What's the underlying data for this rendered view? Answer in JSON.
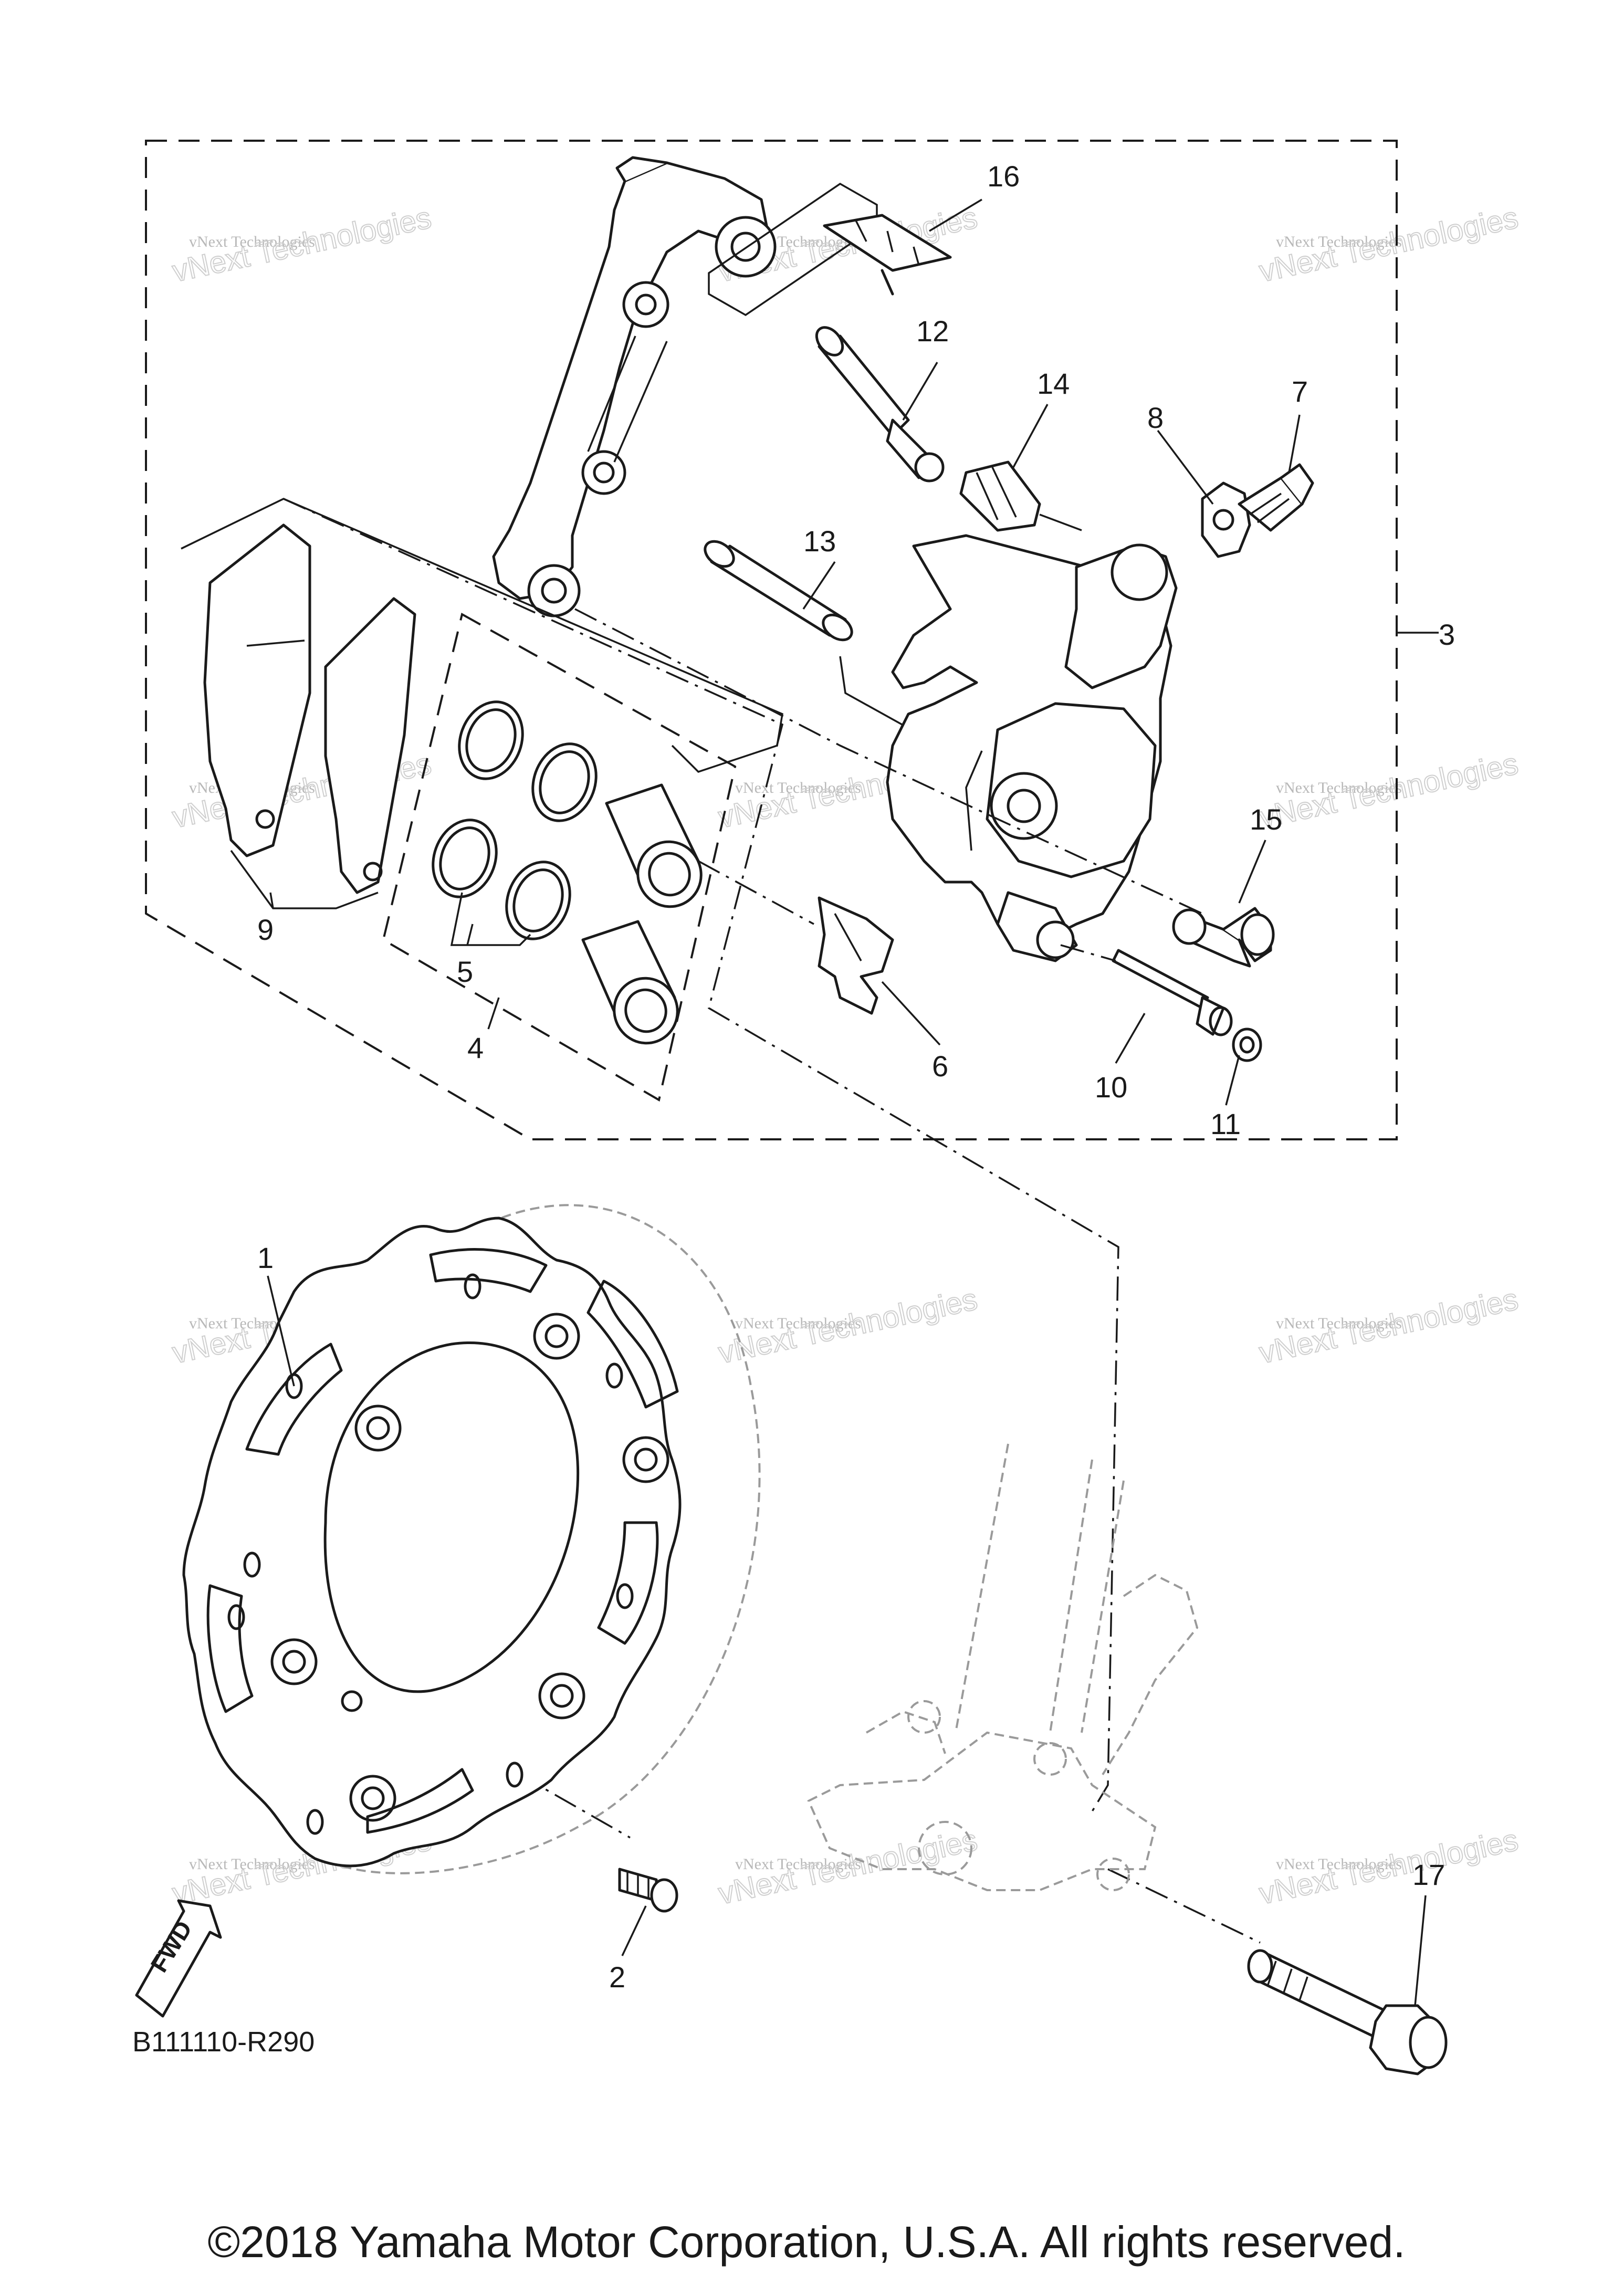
{
  "diagram": {
    "reference_code": "B111110-R290",
    "copyright": "©2018 Yamaha Motor Corporation, U.S.A. All rights reserved.",
    "fwd_label": "FWD",
    "watermark": {
      "line1": "vNext Technologies",
      "line2": "vNext Technologies"
    },
    "callouts": [
      {
        "id": "1",
        "label": "1"
      },
      {
        "id": "2",
        "label": "2"
      },
      {
        "id": "3",
        "label": "3"
      },
      {
        "id": "4",
        "label": "4"
      },
      {
        "id": "5",
        "label": "5"
      },
      {
        "id": "6",
        "label": "6"
      },
      {
        "id": "7",
        "label": "7"
      },
      {
        "id": "8",
        "label": "8"
      },
      {
        "id": "9",
        "label": "9"
      },
      {
        "id": "10",
        "label": "10"
      },
      {
        "id": "11",
        "label": "11"
      },
      {
        "id": "12",
        "label": "12"
      },
      {
        "id": "13",
        "label": "13"
      },
      {
        "id": "14",
        "label": "14"
      },
      {
        "id": "15",
        "label": "15"
      },
      {
        "id": "16",
        "label": "16"
      },
      {
        "id": "17",
        "label": "17"
      }
    ]
  }
}
